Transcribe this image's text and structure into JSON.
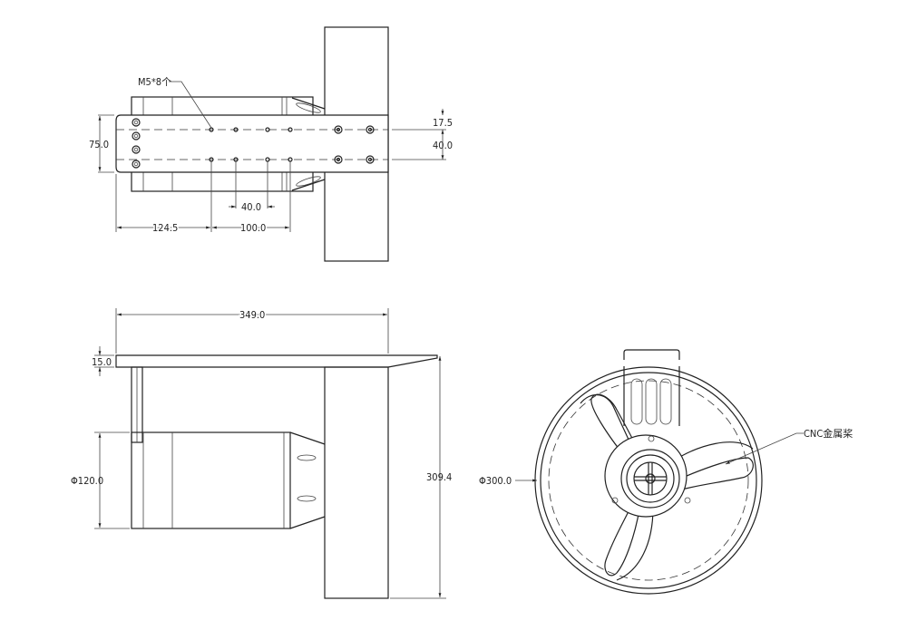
{
  "top_view": {
    "callout": "M5*8个",
    "dims": {
      "height": "75.0",
      "offset": "17.5",
      "spacing_v": "40.0",
      "spacing_h": "40.0",
      "edge": "124.5",
      "span": "100.0"
    }
  },
  "side_view": {
    "dims": {
      "length": "349.0",
      "thickness": "15.0",
      "diameter": "Φ120.0",
      "height": "309.4"
    }
  },
  "front_view": {
    "dims": {
      "diameter": "Φ300.0"
    },
    "callout": "CNC金属桨"
  }
}
